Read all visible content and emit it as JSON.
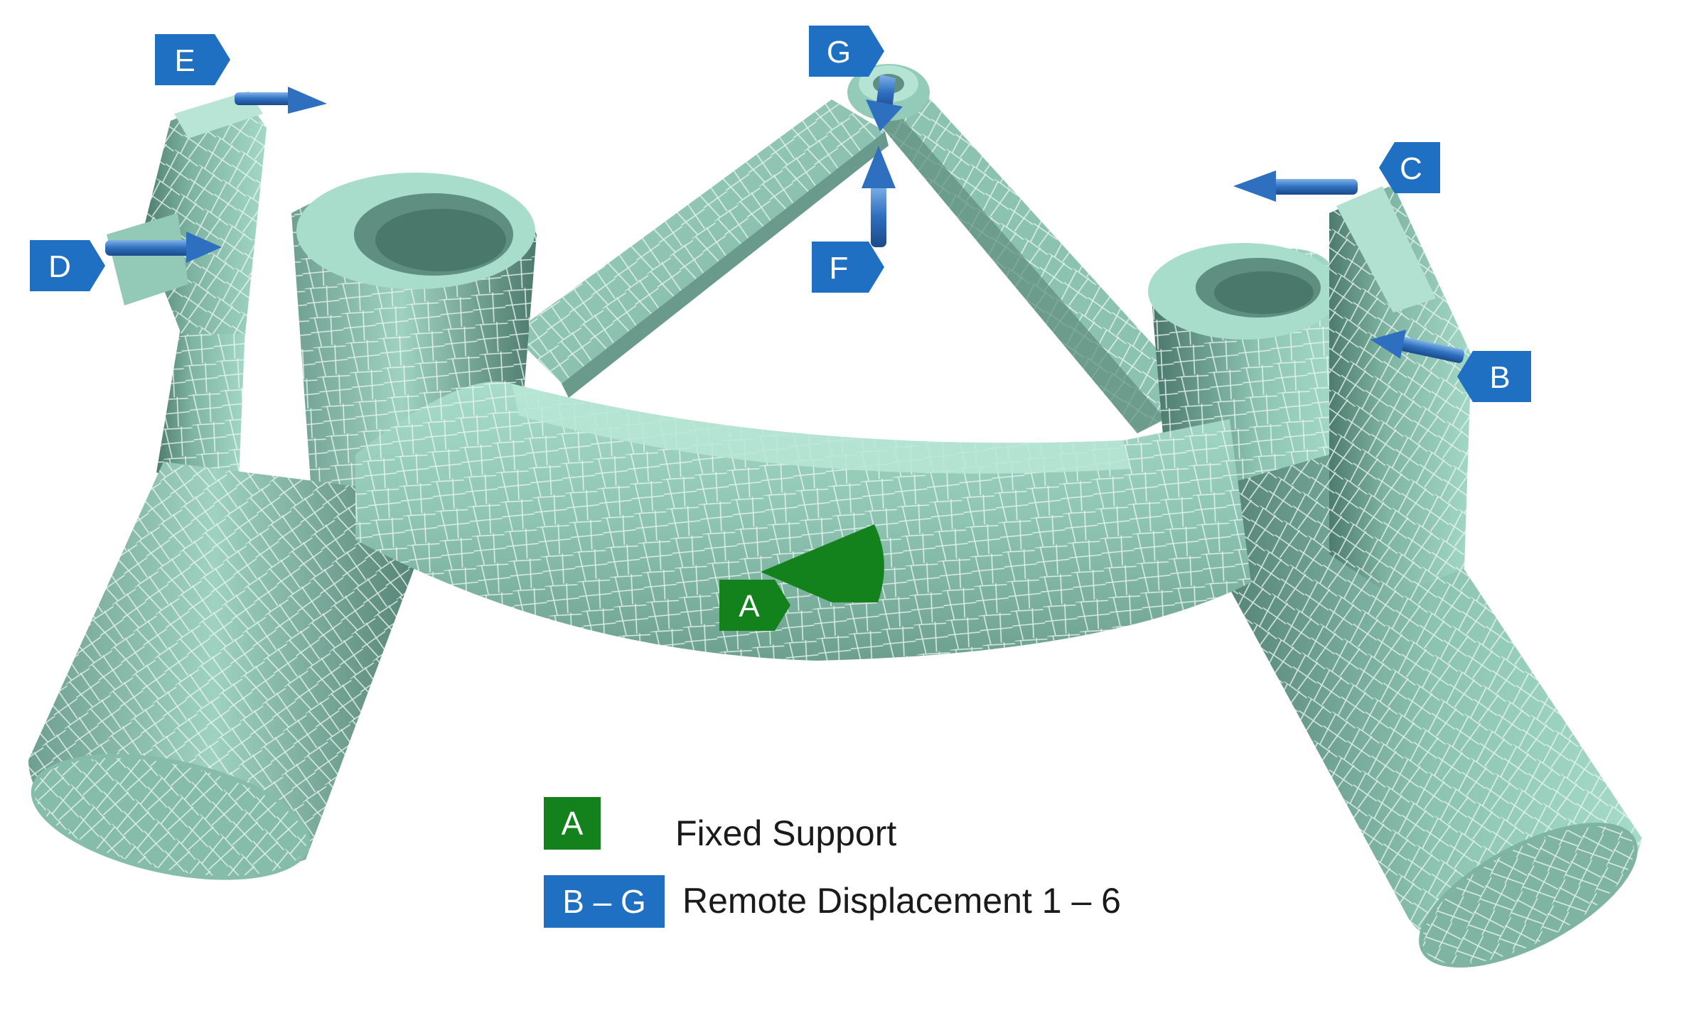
{
  "colors": {
    "mesh_light": "#a3d8c7",
    "mesh_mid": "#7fb6a4",
    "mesh_dark": "#4f7e70",
    "mesh_lines": "#e9f5f1",
    "fixed_support": "#14821c",
    "remote_displacement": "#1f6fc3",
    "arrow": "#2f6fbf"
  },
  "tags": {
    "a": "A",
    "b": "B",
    "c": "C",
    "d": "D",
    "e": "E",
    "f": "F",
    "g": "G"
  },
  "legend": {
    "fixed_key": "A",
    "fixed_label": "Fixed Support",
    "remote_key": "B – G",
    "remote_label": "Remote Displacement 1 – 6"
  }
}
